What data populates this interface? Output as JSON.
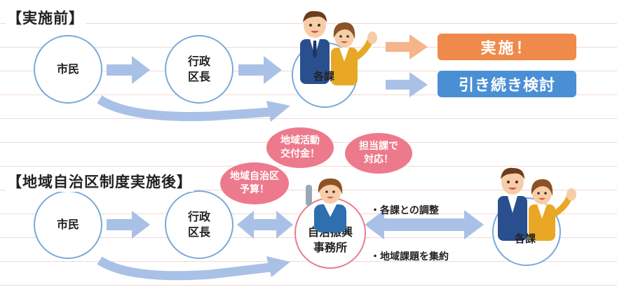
{
  "before": {
    "heading": "【実施前】",
    "citizen": "市民",
    "ward_head": "行政\n区長",
    "departments": "各課",
    "result_implement": "実施！",
    "result_review": "引き続き検討"
  },
  "after": {
    "heading": "【地域自治区制度実施後】",
    "citizen": "市民",
    "ward_head": "行政\n区長",
    "office": "自治振興\n事務所",
    "departments": "各課",
    "bubbles": [
      "地域自治区\n予算！",
      "地域活動\n交付金！",
      "担当課で\n対応！"
    ],
    "notes": [
      "・各課との調整",
      "・地域課題を集約"
    ]
  },
  "colors": {
    "arrow_blue": "#a9c1e6",
    "arrow_orange": "#f5b48a",
    "badge_orange": "#ef8a4a",
    "badge_blue": "#4a8fd4",
    "bubble_pink": "#ed7a8c",
    "circle_blue": "#79a9d8",
    "circle_pink": "#e67d8f"
  },
  "icons": [
    "businessman-icon",
    "businesswoman-icon",
    "waving-hand-icon",
    "telephone-operator-icon"
  ]
}
